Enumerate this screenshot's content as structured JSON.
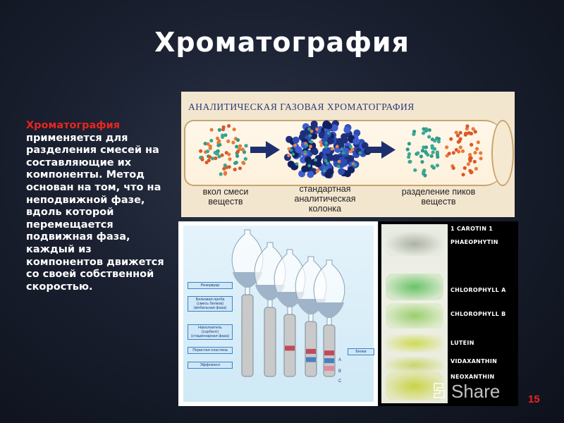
{
  "title": "Хроматография",
  "description": {
    "highlight": "Хроматография",
    "text": " применяется  для разделения смесей на составляющие их компоненты. Метод основан на том, что на неподвижной фазе, вдоль которой перемещается подвижная фаза, каждый из компонентов движется со своей собственной скоростью."
  },
  "gas_chromatography": {
    "title": "АНАЛИТИЧЕСКАЯ ГАЗОВАЯ ХРОМАТОГРАФИЯ",
    "label_injection": "вкол смеси\nвеществ",
    "label_column": "стандартная\nаналитическая\nколонка",
    "label_separation": "разделение пиков\nвеществ"
  },
  "apparatus": {
    "labels": [
      "Резервуар",
      "Белковая проба (смесь белков) (мобильная фаза)",
      "Наполнитель (сорбент) (стационарная фаза)",
      "Пористая пластина",
      "Эффлюент"
    ],
    "right_label": "Белки",
    "fraction_letters": [
      "A",
      "B",
      "C"
    ]
  },
  "paper_chromatography": {
    "labels": [
      "1 CAROTIN 1",
      "PHAEOPHYTIN",
      "CHLOROPHYLL A",
      "CHLOROPHYLL B",
      "LUTEIN",
      "VIDAXANTHIN",
      "NEOXANTHIN"
    ]
  },
  "watermark": "Share",
  "page_number": "15",
  "colors": {
    "highlight": "#e8251f",
    "title": "#ffffff",
    "background": "#1a2030"
  }
}
